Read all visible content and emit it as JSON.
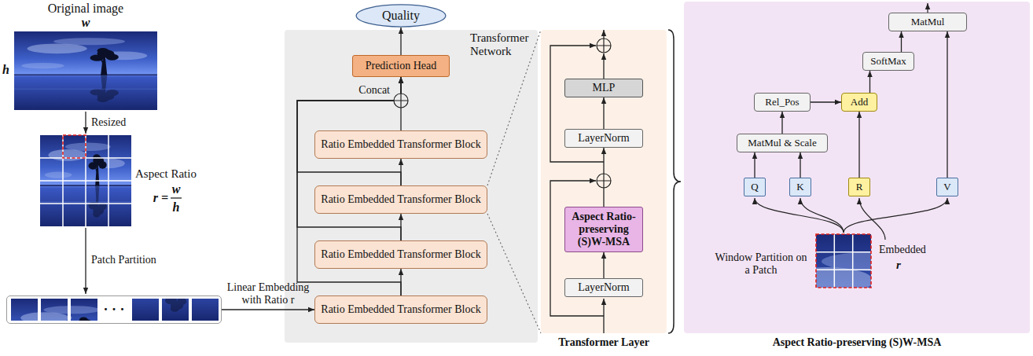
{
  "diagram": {
    "nodes": [
      {
        "text": [
          "· · ·"
        ]
      },
      {
        "text": [
          "Transformer Network"
        ]
      },
      {
        "text": [
          "Ratio Embedded Transformer Block"
        ],
        "in": 1
      },
      {
        "text": [
          "Ratio Embedded Transformer Block"
        ],
        "in": 1
      },
      {
        "text": [
          "Ratio Embedded Transformer Block"
        ],
        "in": 1
      },
      {
        "text": [
          "Ratio Embedded Transformer Block"
        ],
        "in": 1
      },
      {
        "text": [
          "Prediction Head"
        ],
        "in": 1
      },
      {
        "text": [
          "Quality"
        ]
      },
      {
        "text": [
          "Transformer Layer"
        ]
      },
      {
        "text": [
          "LayerNorm"
        ],
        "in": 8
      },
      {
        "text": [
          "Aspect Ratio-preserving (S)W-MSA"
        ],
        "in": 8
      },
      {
        "text": [
          "LayerNorm"
        ],
        "in": 8
      },
      {
        "text": [
          "MLP"
        ],
        "in": 8
      },
      {
        "text": [
          "Aspect Ratio-preserving (S)W-MSA"
        ]
      },
      {
        "text": [
          "MatMul"
        ],
        "in": 13
      },
      {
        "text": [
          "SoftMax"
        ],
        "in": 13
      },
      {
        "text": [
          "Rel_Pos"
        ],
        "in": 13
      },
      {
        "text": [
          "Add"
        ],
        "in": 13
      },
      {
        "text": [
          "MatMul & Scale"
        ],
        "in": 13
      },
      {
        "text": [
          "Q"
        ],
        "in": 13
      },
      {
        "text": [
          "K"
        ],
        "in": 13
      },
      {
        "text": [
          "R"
        ],
        "in": 13
      },
      {
        "text": [
          "V"
        ],
        "in": 13
      }
    ],
    "edges": [
      {
        "from": 0,
        "to": 2,
        "label": "Linear Embedding with Ratio r",
        "arrow": "to"
      },
      {
        "from": 2,
        "to": 3,
        "arrow": "to"
      },
      {
        "from": 3,
        "to": 4,
        "arrow": "to"
      },
      {
        "from": 4,
        "to": 5,
        "arrow": "to"
      },
      {
        "from": 5,
        "to": 6,
        "arrow": "to"
      },
      {
        "from": 2,
        "to": 6,
        "arrow": "to"
      },
      {
        "from": 3,
        "to": 6,
        "arrow": "to"
      },
      {
        "from": 4,
        "to": 6,
        "arrow": "to"
      },
      {
        "from": 6,
        "to": 7,
        "arrow": "to"
      },
      {
        "from": 9,
        "to": 10,
        "arrow": "to"
      },
      {
        "from": 10,
        "to": 11,
        "arrow": "to"
      },
      {
        "from": 11,
        "to": 12,
        "arrow": "to"
      },
      {
        "from": 19,
        "to": 18,
        "arrow": "to"
      },
      {
        "from": 20,
        "to": 18,
        "arrow": "to"
      },
      {
        "from": 18,
        "to": 16,
        "arrow": "to"
      },
      {
        "from": 16,
        "to": 17,
        "arrow": "to"
      },
      {
        "from": 21,
        "to": 17,
        "arrow": "to"
      },
      {
        "from": 17,
        "to": 15,
        "arrow": "to"
      },
      {
        "from": 15,
        "to": 14,
        "arrow": "to"
      },
      {
        "from": 22,
        "to": 14,
        "arrow": "to"
      }
    ],
    "labels": [
      "Original image",
      "w",
      "h",
      "Resized",
      "Aspect Ratio",
      "r =",
      "w",
      "h",
      "Patch Partition",
      "Concat",
      "Window Partition on a Patch",
      "Embedded",
      "r"
    ]
  }
}
